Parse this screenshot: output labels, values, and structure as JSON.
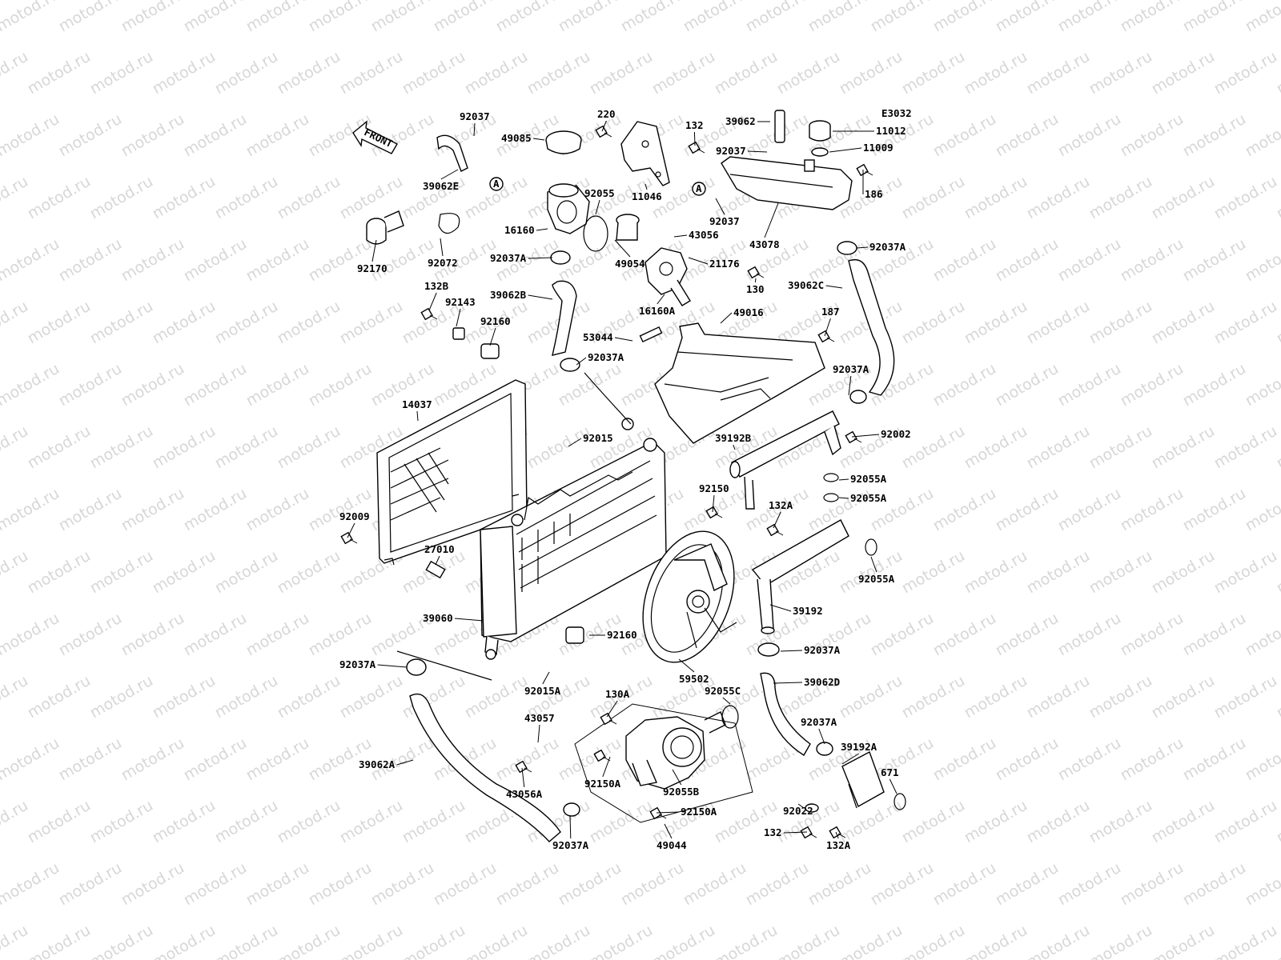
{
  "diagram_code": "E3032",
  "front_label": "FRONT",
  "watermark_text": "motod.ru",
  "callout_ref_letter": "A",
  "part_labels": [
    "92037",
    "49085",
    "220",
    "132",
    "39062",
    "11012",
    "11009",
    "92037",
    "186",
    "39062E",
    "92055",
    "11046",
    "92037",
    "43078",
    "92170",
    "92072",
    "16160",
    "43056",
    "92037A",
    "92037A",
    "21176",
    "130",
    "39062C",
    "49054",
    "39062B",
    "16160A",
    "132B",
    "92143",
    "92160",
    "187",
    "49016",
    "53044",
    "92037A",
    "92037A",
    "14037",
    "92015",
    "39192B",
    "92002",
    "92055A",
    "92055A",
    "92150",
    "132A",
    "92009",
    "27010",
    "92055A",
    "39192",
    "39060",
    "92160",
    "92037A",
    "92037A",
    "92015A",
    "59502",
    "39062D",
    "92055C",
    "130A",
    "43057",
    "92037A",
    "39192A",
    "39062A",
    "92150A",
    "92055B",
    "671",
    "43056A",
    "92150A",
    "92022",
    "132",
    "132A",
    "92037A",
    "49044"
  ]
}
